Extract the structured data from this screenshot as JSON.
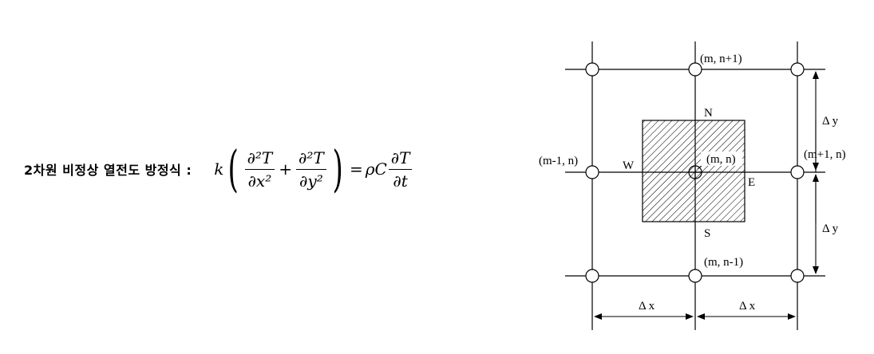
{
  "equation": {
    "title": "2차원 비정상 열전도 방정식 :",
    "k": "k",
    "d2T_num": "∂²T",
    "dx2_den": "∂x²",
    "dy2_den": "∂y²",
    "plus": "+",
    "equals": "=",
    "rho_c": "ρC",
    "dT_num": "∂T",
    "dt_den": "∂t"
  },
  "diagram": {
    "labels": {
      "top_node": "(m, n+1)",
      "bottom_node": "(m, n-1)",
      "left_node": "(m-1, n)",
      "right_node": "(m+1, n)",
      "center_node": "(m, n)",
      "north": "N",
      "south": "S",
      "west": "W",
      "east": "E",
      "delta_x_left": "Δ x",
      "delta_x_right": "Δ x",
      "delta_y_top": "Δ y",
      "delta_y_bottom": "Δ y"
    }
  }
}
